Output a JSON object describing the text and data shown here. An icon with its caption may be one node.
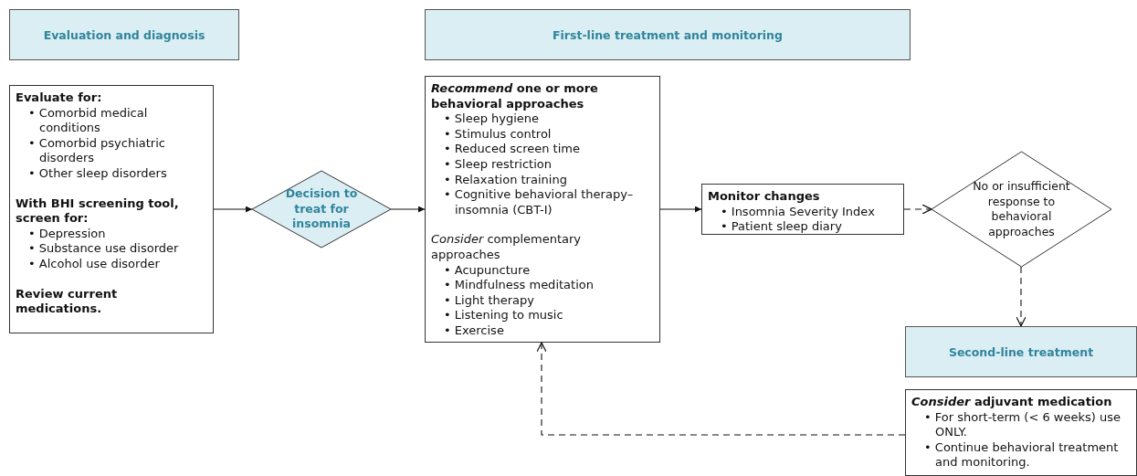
{
  "diagram": {
    "nodes": [
      {
        "text": [
          "Evaluation and diagnosis"
        ]
      },
      {
        "text": [
          "First-line treatment and monitoring"
        ]
      },
      {
        "text": [
          "Evaluate for:",
          "• Comorbid medical conditions",
          "• Comorbid psychiatric disorders",
          "• Other sleep disorders",
          "With BHI screening tool, screen for:",
          "• Depression",
          "• Substance use disorder",
          "• Alcohol use disorder",
          "Review current medications."
        ]
      },
      {
        "text": [
          "Decision to treat for insomnia"
        ]
      },
      {
        "text": [
          "*Recommend* one or more behavioral approaches",
          "• Sleep hygiene",
          "• Stimulus control",
          "• Reduced screen time",
          "• Sleep restriction",
          "• Relaxation training",
          "• Cognitive behavioral therapy–insomnia (CBT-I)",
          "*Consider* complementary approaches",
          "• Acupuncture",
          "• Mindfulness meditation",
          "• Light therapy",
          "• Listening to music",
          "• Exercise"
        ]
      },
      {
        "text": [
          "Monitor changes",
          "• Insomnia Severity Index",
          "• Patient sleep diary"
        ]
      },
      {
        "text": [
          "No or insufficient response to behavioral approaches"
        ]
      },
      {
        "text": [
          "Second-line treatment"
        ]
      },
      {
        "text": [
          "*Consider* adjuvant medication",
          "• For short-term (< 6 weeks) use ONLY.",
          "• Continue behavioral treatment and monitoring."
        ]
      }
    ],
    "edges": [
      {
        "from": 2,
        "to": 3,
        "arrow": "to"
      },
      {
        "from": 3,
        "to": 4,
        "arrow": "to"
      },
      {
        "from": 4,
        "to": 5,
        "arrow": "to"
      },
      {
        "from": 5,
        "to": 6,
        "arrow": "to",
        "style": "dashed"
      },
      {
        "from": 6,
        "to": 7,
        "arrow": "to",
        "style": "dashed"
      },
      {
        "from": 8,
        "to": 4,
        "arrow": "to",
        "style": "dashed"
      }
    ]
  }
}
